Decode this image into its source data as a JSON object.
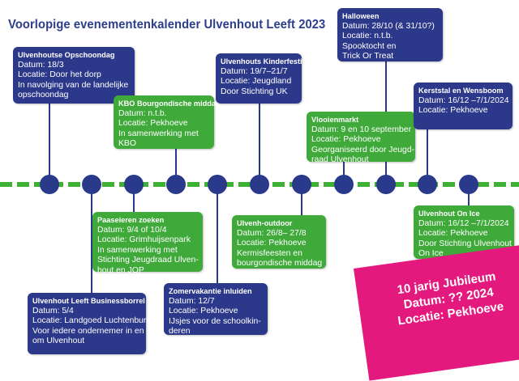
{
  "title": "Voorlopige evenementenkalender Ulvenhout Leeft 2023",
  "colors": {
    "blue": "#2c388a",
    "green": "#3fa93a",
    "timeline": "#3eb034",
    "pink": "#e4197e",
    "title": "#2c3e8c"
  },
  "events": [
    {
      "title": "Ulvenhoutse Opschoondag",
      "lines": [
        "Datum: 18/3",
        "Locatie: Door het dorp",
        "In navolging van de landelijke",
        "opschoondag"
      ]
    },
    {
      "title": "Ulvenhout Leeft Businessborrel",
      "lines": [
        "Datum: 5/4",
        "Locatie: Landgoed Luchtenburg",
        "Voor iedere ondernemer in en",
        "om Ulvenhout"
      ]
    },
    {
      "title": "Paaseieren zoeken",
      "lines": [
        "Datum: 9/4 of 10/4",
        "Locatie: Grimhuijsenpark",
        "In samenwerking met",
        "Stichting Jeugdraad Ulven-",
        "hout en JOP"
      ]
    },
    {
      "title": "KBO Bourgondische middag",
      "lines": [
        "Datum: n.t.b.",
        "Locatie: Pekhoeve",
        "In samenwerking met",
        "KBO"
      ]
    },
    {
      "title": "Zomervakantie inluiden",
      "lines": [
        "Datum: 12/7",
        "Locatie: Pekhoeve",
        "IJsjes voor de schoolkin-",
        "deren"
      ]
    },
    {
      "title": "Ulvenhouts Kinderfestival",
      "lines": [
        "Datum: 19/7–21/7",
        "Locatie: Jeugdland",
        "Door Stichting UK"
      ]
    },
    {
      "title": "Ulvenh-outdoor",
      "lines": [
        "Datum: 26/8– 27/8",
        "Locatie: Pekhoeve",
        "Kermisfeesten en",
        "bourgondische middag"
      ]
    },
    {
      "title": "Vlooienmarkt",
      "lines": [
        "Datum: 9 en 10 september",
        "Locatie: Pekhoeve",
        "Georganiseerd door Jeugd-",
        "raad Ulvenhout"
      ]
    },
    {
      "title": "Halloween",
      "lines": [
        "Datum: 28/10 (& 31/10?)",
        "Locatie: n.t.b.",
        "Spooktocht en",
        "Trick Or Treat"
      ]
    },
    {
      "title": "Kerststal en Wensboom",
      "lines": [
        "Datum: 16/12 –7/1/2024",
        "Locatie: Pekhoeve"
      ]
    },
    {
      "title": "Ulvenhout On Ice",
      "lines": [
        "Datum: 16/12 –7/1/2024",
        "Locatie: Pekhoeve",
        "Door Stichting Ulvenhout",
        "On Ice"
      ]
    }
  ],
  "jubilee": {
    "line1": "10 jarig Jubileum",
    "line2": "Datum: ?? 2024",
    "line3": "Locatie: Pekhoeve"
  }
}
